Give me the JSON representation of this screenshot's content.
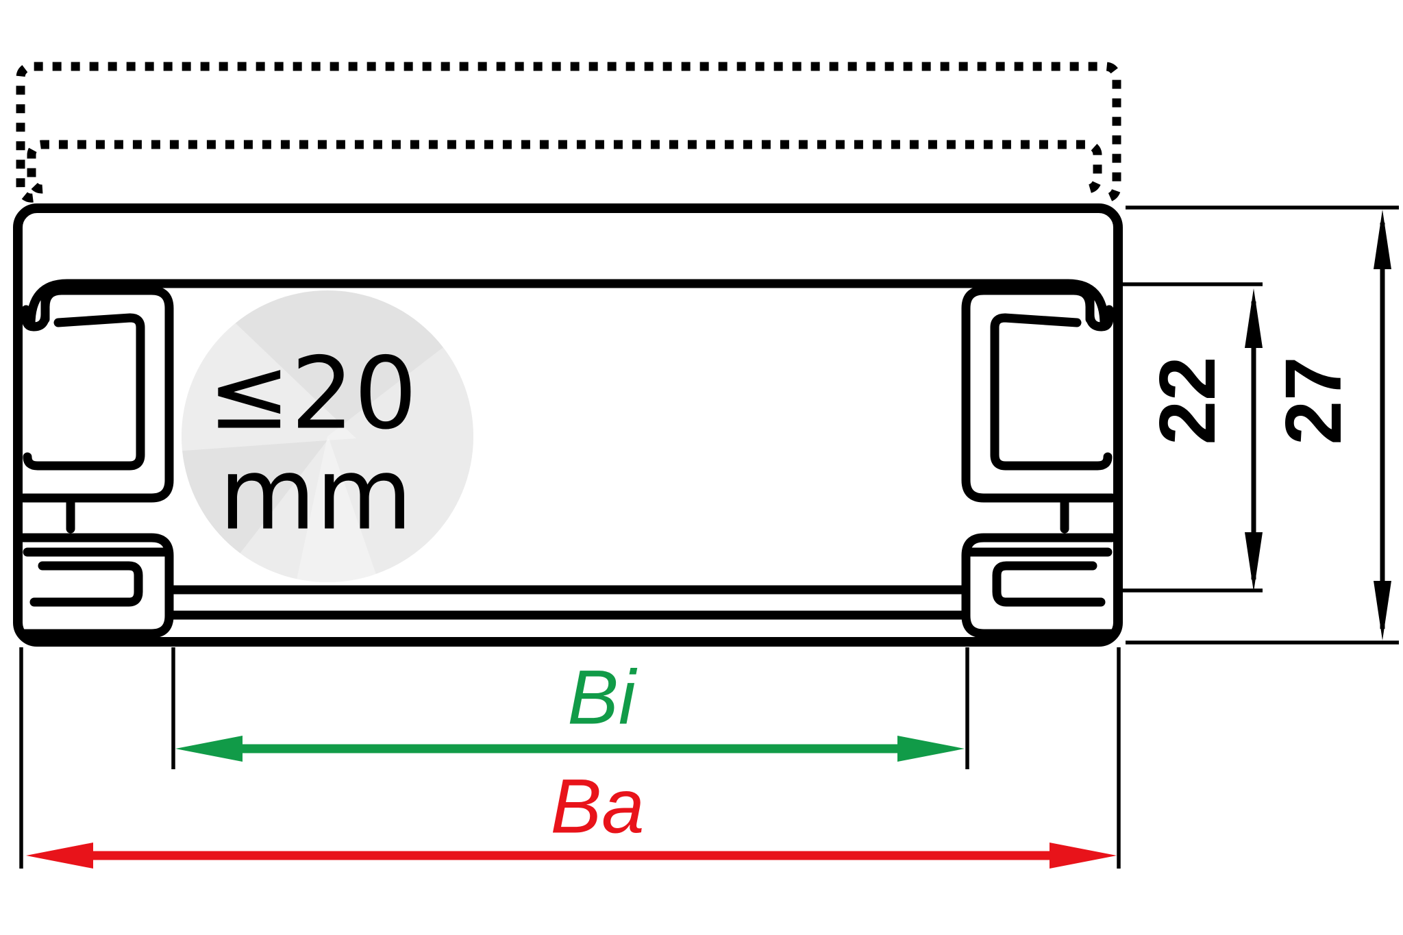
{
  "diagram": {
    "title": "cover-channel-cross-section",
    "labels": {
      "max_cable_line1": "≤20",
      "max_cable_line2": "mm",
      "inner_width": "Bi",
      "outer_width": "Ba",
      "inner_height": "22",
      "total_height": "27"
    },
    "colors": {
      "line": "#000000",
      "inner_width_accent": "#119b48",
      "outer_width_accent": "#e8131a",
      "circle_fill": "#e2e2e2",
      "circle_highlight": "#f2f2f2"
    }
  }
}
